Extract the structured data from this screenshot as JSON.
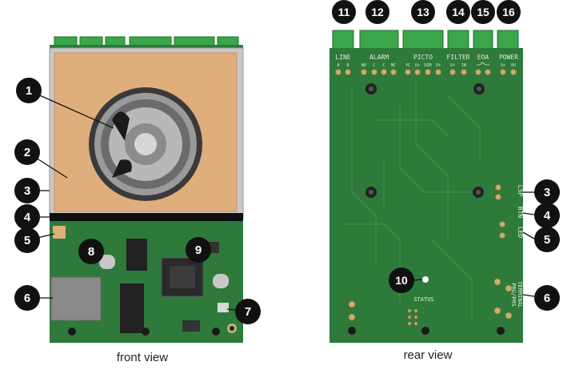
{
  "captions": {
    "front": "front view",
    "rear": "rear view"
  },
  "front_badges": [
    "1",
    "2",
    "3",
    "4",
    "5",
    "6",
    "7",
    "8",
    "9"
  ],
  "rear_badges": [
    "11",
    "12",
    "13",
    "14",
    "15",
    "16",
    "10",
    "3",
    "4",
    "5",
    "6"
  ],
  "terminal_groups": [
    {
      "label": "LINE",
      "pins": [
        "A",
        "B"
      ]
    },
    {
      "label": "ALARM",
      "pins": [
        "NO",
        "C",
        "C",
        "NC"
      ]
    },
    {
      "label": "PICTO",
      "pins": [
        "YC",
        "U+",
        "DIM",
        "U+"
      ]
    },
    {
      "label": "FILTER",
      "pins": [
        "U+",
        "IN"
      ]
    },
    {
      "label": "EOA",
      "pins": [
        ""
      ]
    },
    {
      "label": "POWER",
      "pins": [
        "U+",
        "0U"
      ]
    }
  ],
  "side_labels": {
    "lsp": "LSP",
    "btn": "BTN",
    "led": "LED",
    "terminal_line1": "PRG/PRS",
    "terminal_line2": "TERMINAL"
  },
  "status_label": "STATUS",
  "colors": {
    "pcb": "#2d7a3a",
    "pcb_dark": "#1f5f2b",
    "connector": "#3aa64a",
    "speaker_plate": "#e0ae7c",
    "badge": "#111111"
  }
}
